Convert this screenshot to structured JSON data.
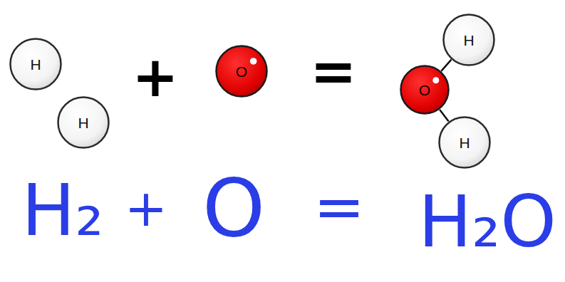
{
  "diagram": {
    "nodes": [
      {
        "text": [
          "H"
        ]
      },
      {
        "text": [
          "H"
        ]
      },
      {
        "text": [
          "O"
        ]
      },
      {
        "text": [
          "H"
        ]
      },
      {
        "text": [
          "O"
        ]
      },
      {
        "text": [
          "H"
        ]
      }
    ],
    "edges": [
      {
        "from": 4,
        "to": 3,
        "arrow": "none"
      },
      {
        "from": 4,
        "to": 5,
        "arrow": "none"
      }
    ],
    "labels": [
      "+",
      "=",
      "H₂",
      "+",
      "O",
      "=",
      "H₂O"
    ]
  }
}
